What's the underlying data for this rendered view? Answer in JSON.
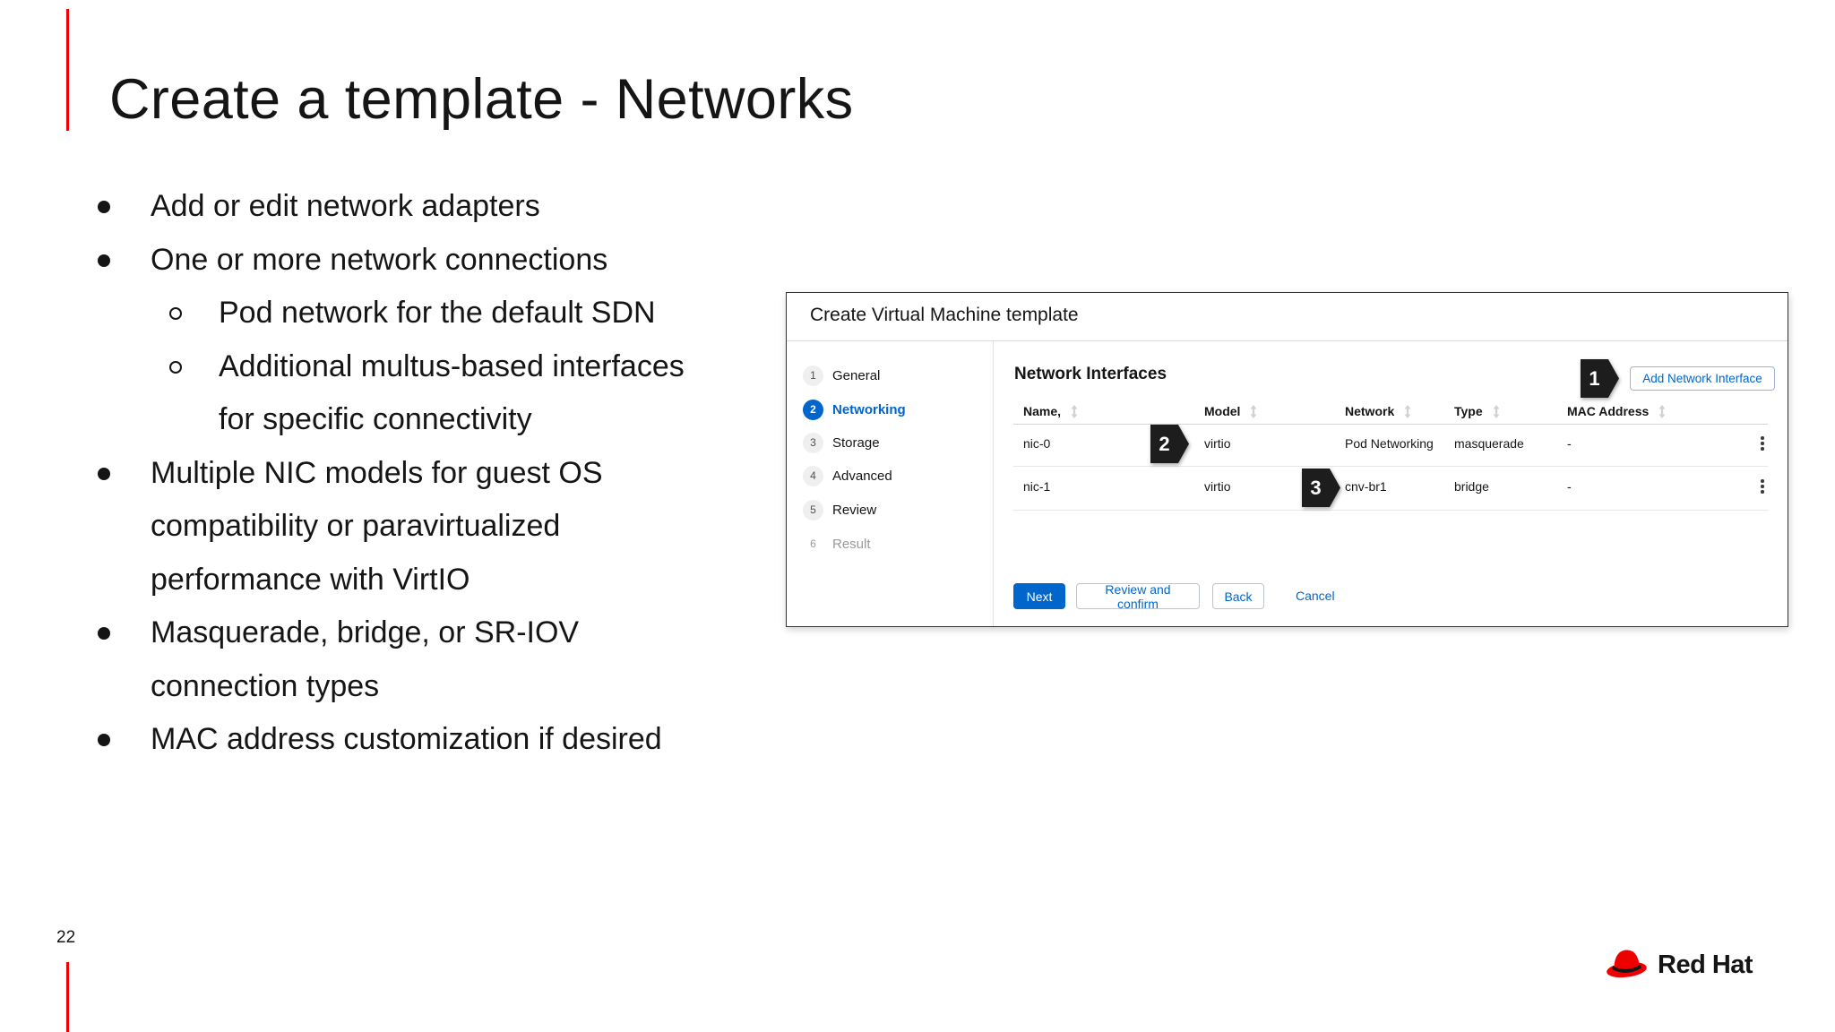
{
  "slide": {
    "title": "Create a template - Networks",
    "page_number": "22",
    "logo_text": "Red Hat",
    "bullets": [
      {
        "level": 1,
        "lines": [
          "Add or edit network adapters"
        ]
      },
      {
        "level": 1,
        "lines": [
          "One or more network connections"
        ]
      },
      {
        "level": 2,
        "lines": [
          "Pod network for the default SDN"
        ]
      },
      {
        "level": 2,
        "lines": [
          "Additional multus-based interfaces",
          "for specific connectivity"
        ]
      },
      {
        "level": 1,
        "lines": [
          "Multiple NIC models for guest OS",
          "compatibility or paravirtualized",
          "performance with VirtIO"
        ]
      },
      {
        "level": 1,
        "lines": [
          "Masquerade, bridge, or SR-IOV",
          "connection types"
        ]
      },
      {
        "level": 1,
        "lines": [
          "MAC address customization if desired"
        ]
      }
    ]
  },
  "dialog": {
    "title": "Create Virtual Machine template",
    "steps": [
      {
        "num": "1",
        "label": "General",
        "state": "default"
      },
      {
        "num": "2",
        "label": "Networking",
        "state": "active"
      },
      {
        "num": "3",
        "label": "Storage",
        "state": "default"
      },
      {
        "num": "4",
        "label": "Advanced",
        "state": "default"
      },
      {
        "num": "5",
        "label": "Review",
        "state": "default"
      },
      {
        "num": "6",
        "label": "Result",
        "state": "disabled"
      }
    ],
    "content": {
      "heading": "Network Interfaces",
      "add_button": "Add Network Interface",
      "table": {
        "columns": [
          "Name,",
          "Model",
          "Network",
          "Type",
          "MAC Address"
        ],
        "rows": [
          {
            "name": "nic-0",
            "model": "virtio",
            "network": "Pod Networking",
            "type": "masquerade",
            "mac": "-"
          },
          {
            "name": "nic-1",
            "model": "virtio",
            "network": "cnv-br1",
            "type": "bridge",
            "mac": "-"
          }
        ]
      },
      "buttons": {
        "next": "Next",
        "review": "Review and confirm",
        "back": "Back",
        "cancel": "Cancel"
      }
    },
    "callouts": [
      {
        "n": "1"
      },
      {
        "n": "2"
      },
      {
        "n": "3"
      }
    ]
  },
  "icons": {
    "sort": "vertical-double-arrow",
    "kebab": "vertical-ellipsis",
    "bullet": "filled-circle",
    "sub_bullet": "hollow-circle",
    "logo_hat": "red-fedora"
  },
  "colors": {
    "primary_blue": "#0066cc",
    "brand_red": "#ee0000",
    "badge_bg": "#1d1d1d",
    "text": "#151515"
  }
}
